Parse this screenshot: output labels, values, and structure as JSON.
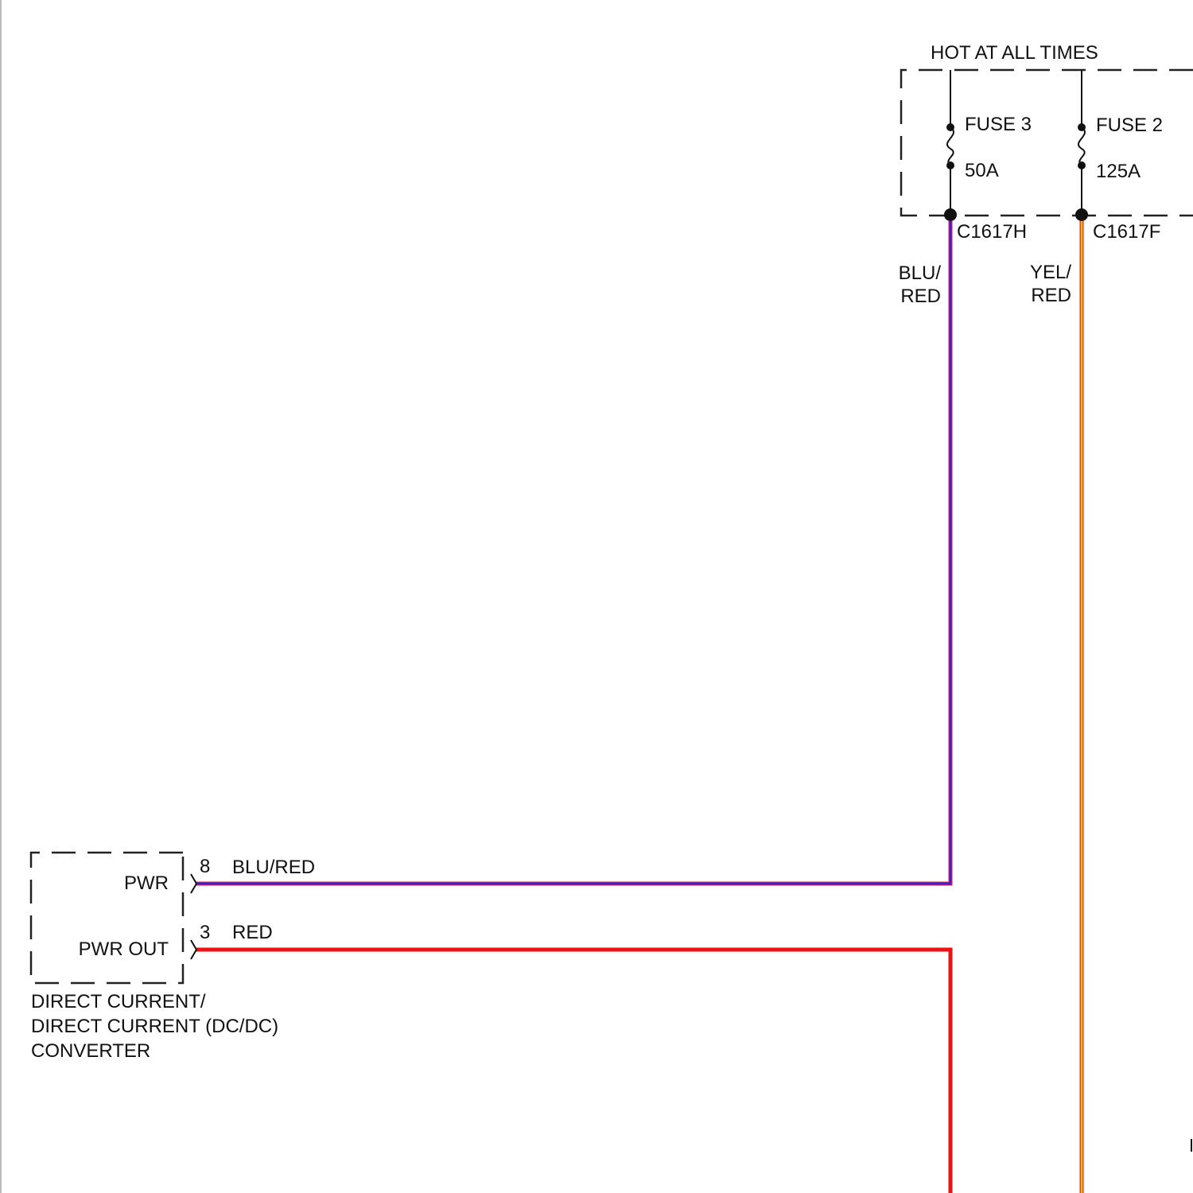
{
  "fuse_box": {
    "title": "HOT AT ALL TIMES",
    "fuses": [
      {
        "name": "FUSE 3",
        "rating": "50A",
        "connector": "C1617H",
        "wire_line1": "BLU/",
        "wire_line2": "RED"
      },
      {
        "name": "FUSE 2",
        "rating": "125A",
        "connector": "C1617F",
        "wire_line1": "YEL/",
        "wire_line2": "RED"
      }
    ]
  },
  "converter": {
    "name_line1": "DIRECT CURRENT/",
    "name_line2": "DIRECT CURRENT (DC/DC)",
    "name_line3": "CONVERTER",
    "pins": [
      {
        "label": "PWR",
        "pin": "8",
        "wire": "BLU/RED"
      },
      {
        "label": "PWR OUT",
        "pin": "3",
        "wire": "RED"
      }
    ]
  },
  "colors": {
    "blu_red_main": "#3a1fd6",
    "blu_red_stripe": "#d01f5a",
    "yel_red_main": "#f5c400",
    "yel_red_stripe": "#e02020",
    "red": "#ee1111"
  }
}
